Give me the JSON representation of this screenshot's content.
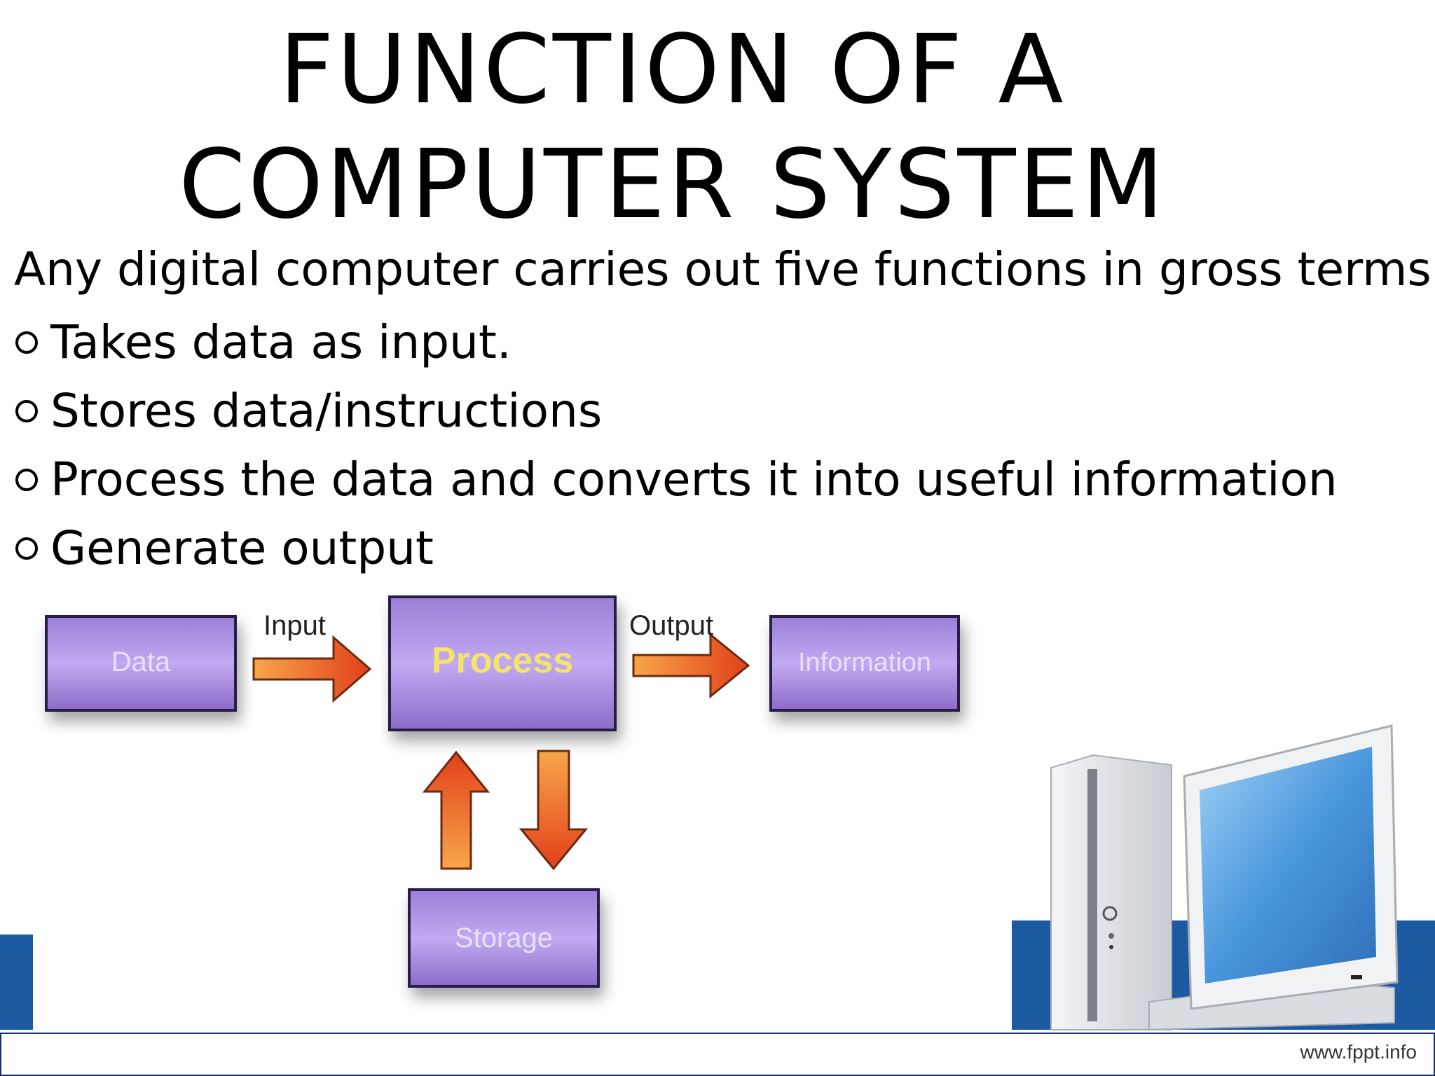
{
  "slide": {
    "title_line1": "FUNCTION OF A",
    "title_line2": "COMPUTER SYSTEM",
    "intro": "Any digital computer carries out five functions in gross terms:",
    "bullets": [
      "Takes data as input.",
      "Stores data/instructions",
      "Process the data and converts it into useful information",
      "Generate output"
    ],
    "footer_url": "www.fppt.info"
  },
  "diagram": {
    "boxes": {
      "data": "Data",
      "process": "Process",
      "information": "Information",
      "storage": "Storage"
    },
    "labels": {
      "input": "Input",
      "output": "Output"
    }
  },
  "colors": {
    "box_purple": "#a98ae0",
    "process_text": "#f4e46a",
    "arrow_orange": "#f07820",
    "accent_blue": "#1c5aa1"
  }
}
